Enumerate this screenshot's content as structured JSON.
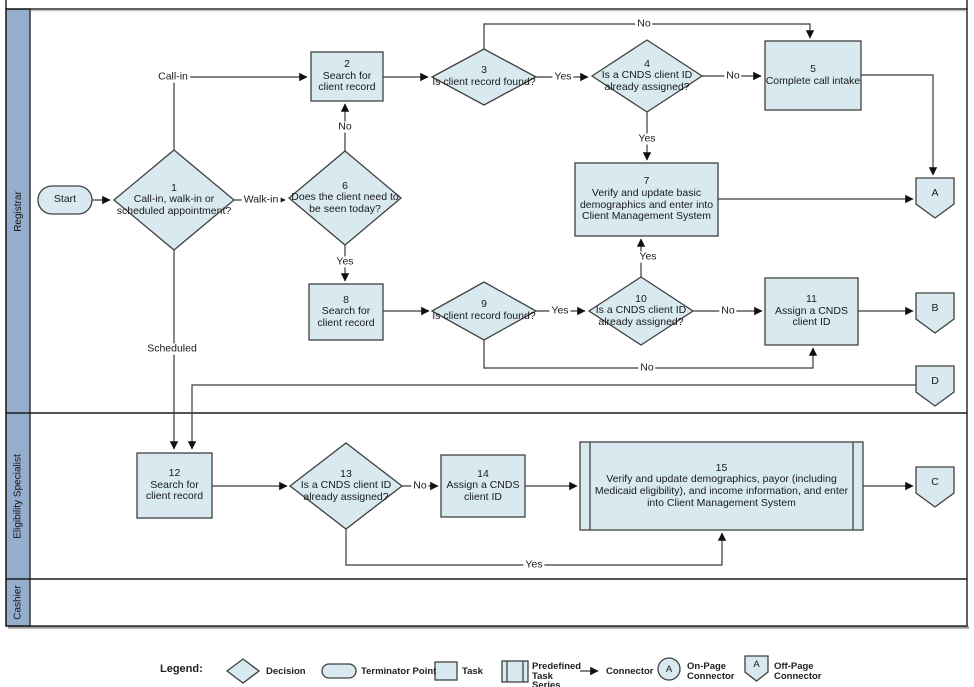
{
  "lanes": [
    {
      "label": "Registrar"
    },
    {
      "label": "Eligibility Specialist"
    },
    {
      "label": "Cashier"
    }
  ],
  "nodes": {
    "start": {
      "label": "Start"
    },
    "d1": {
      "num": "1",
      "text": "Call-in, walk-in or scheduled appointment?"
    },
    "t2": {
      "num": "2",
      "text": "Search for client record"
    },
    "d3": {
      "num": "3",
      "text": "Is client record found?"
    },
    "d4": {
      "num": "4",
      "text": "Is a CNDS client ID already assigned?"
    },
    "t5": {
      "num": "5",
      "text": "Complete call intake"
    },
    "d6": {
      "num": "6",
      "text": "Does the client need to be seen today?"
    },
    "t7": {
      "num": "7",
      "text": "Verify and update basic demographics and enter into Client Management System"
    },
    "t8": {
      "num": "8",
      "text": "Search for client record"
    },
    "d9": {
      "num": "9",
      "text": "Is client record found?"
    },
    "d10": {
      "num": "10",
      "text": "Is a CNDS client ID already assigned?"
    },
    "t11": {
      "num": "11",
      "text": "Assign a CNDS client ID"
    },
    "t12": {
      "num": "12",
      "text": "Search for client record"
    },
    "d13": {
      "num": "13",
      "text": "Is a CNDS client ID already assigned?"
    },
    "t14": {
      "num": "14",
      "text": "Assign a CNDS client ID"
    },
    "t15": {
      "num": "15",
      "text": "Verify and update demographics, payor (including Medicaid eligibility), and income information, and enter into Client Management System"
    },
    "conn_a": {
      "label": "A"
    },
    "conn_b": {
      "label": "B"
    },
    "conn_c": {
      "label": "C"
    },
    "conn_d": {
      "label": "D"
    }
  },
  "edge_labels": {
    "call_in": "Call-in",
    "walk_in": "Walk-in",
    "scheduled": "Scheduled",
    "d3_yes": "Yes",
    "d3_no": "No",
    "d4_no": "No",
    "d4_yes": "Yes",
    "d6_no": "No",
    "d6_yes": "Yes",
    "d9_yes": "Yes",
    "d9_no": "No",
    "d10_yes": "Yes",
    "d10_no": "No",
    "d13_no": "No",
    "d13_yes": "Yes"
  },
  "legend": {
    "title": "Legend:",
    "items": {
      "decision": "Decision",
      "terminator": "Terminator Point",
      "task": "Task",
      "predefined": "Predefined Task Series",
      "connector": "Connector",
      "on_page": "On-Page Connector",
      "off_page": "Off-Page Connector"
    },
    "on_page_letter": "A",
    "off_page_letter": "A"
  },
  "colors": {
    "shape_fill": "#d8eaf0",
    "shape_border": "#404040",
    "lane_strip": "#95aecd",
    "line": "#3a3a3a"
  }
}
